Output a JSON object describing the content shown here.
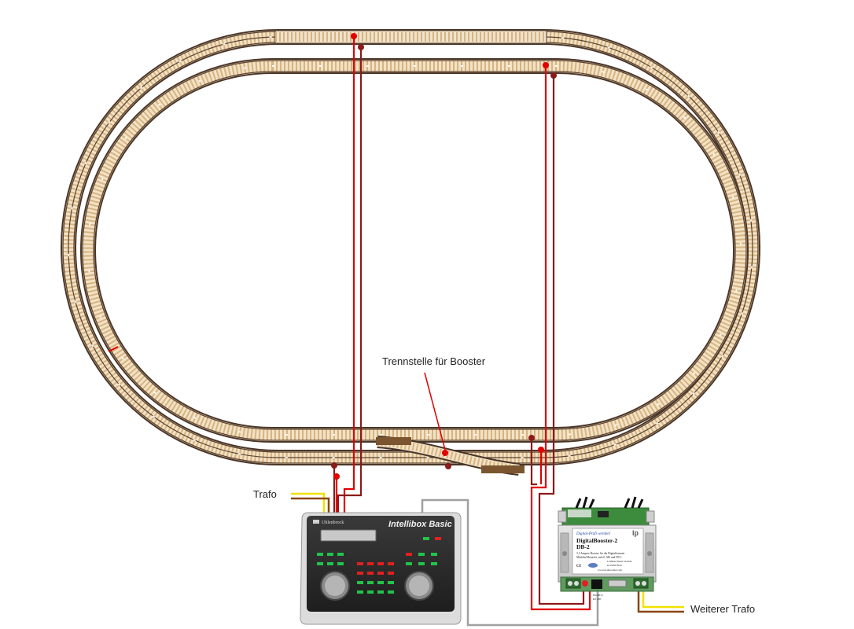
{
  "labels": {
    "separation": "Trennstelle für Booster",
    "transformer": "Trafo",
    "further_transformer": "Weiterer Trafo"
  },
  "central_station": {
    "brand": "Uhlenbrock",
    "model": "Intellibox Basic"
  },
  "booster": {
    "tagline": "Digital-Profi werden!",
    "name": "DigitalBooster-2",
    "code": "DB-2",
    "desc_line1": "3,3 Ampere Booster für die Digitalformate",
    "desc_line2": "Märklin/Motorola, mfx®, M4 und DCC.",
    "maker_line1": "Littfinski Daten Technik",
    "maker_line2": "D-25492 Heist",
    "url": "www.ldt-infocenter.com",
    "port_a": "Ein/BUS",
    "port_b": "RS 485"
  },
  "colors": {
    "wire_red": "#e00000",
    "wire_dark_red": "#8b1a1a",
    "wire_brown": "#8b4513",
    "wire_yellow": "#f2e200",
    "wire_gray": "#a0a0a0",
    "rail": "#4a3628",
    "sleeper": "#e8cfa8",
    "led_green": "#22c34a",
    "led_red": "#e02020",
    "case_dark": "#2b2b2b",
    "case_light": "#dcdcdc",
    "pcb_green": "#3d8b3d"
  },
  "icons": [
    "uhlenbrock-logo-icon",
    "ldt-logo-icon",
    "ce-mark-icon",
    "rotary-knob-icon",
    "terminal-block-icon",
    "heatsink-icon"
  ]
}
